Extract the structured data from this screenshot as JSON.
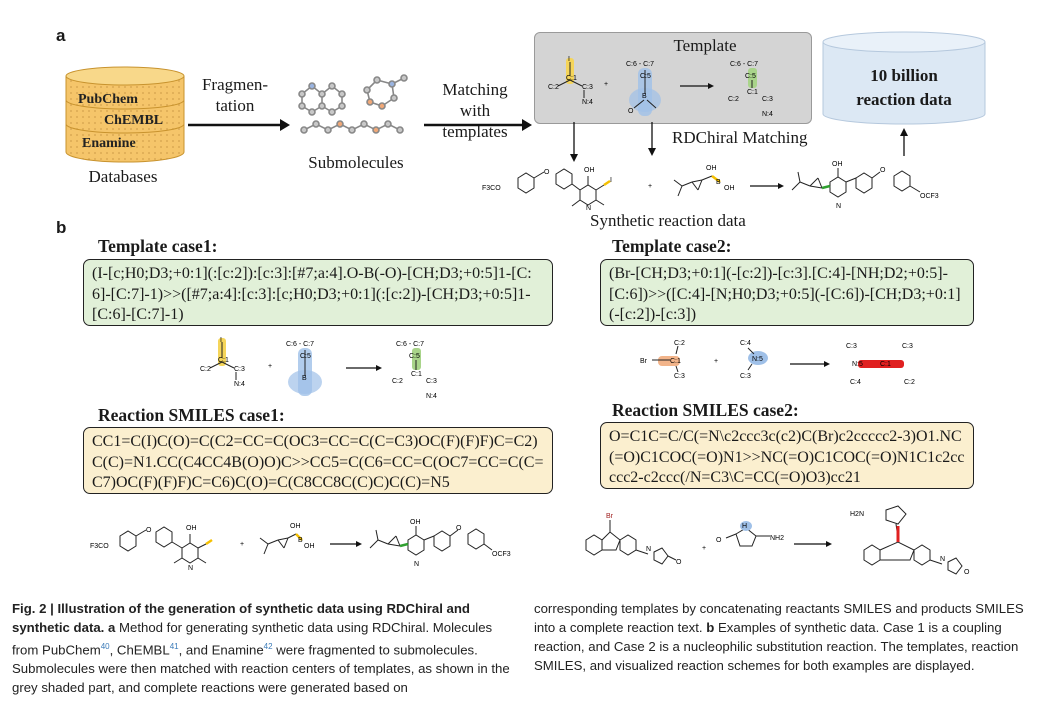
{
  "panel_a": {
    "letter": "a",
    "databases": [
      "PubChem",
      "ChEMBL",
      "Enamine"
    ],
    "databases_label": "Databases",
    "arrow1_label": "Fragmen-\ntation",
    "submolecules_label": "Submolecules",
    "arrow2_label": "Matching\nwith\ntemplates",
    "template_label": "Template",
    "rdchiral_label": "RDChiral Matching",
    "synthetic_label": "Synthetic reaction data",
    "cylinder_label": "10 billion\nreaction data",
    "mol_labels": {
      "c2": "C:2",
      "c1": "C:1",
      "c3": "C:3",
      "n4": "N:4",
      "i": "I",
      "c6c7": "C:6 - C:7",
      "c5": "C:5",
      "b": "B",
      "o": "O",
      "oh": "OH",
      "f3co": "F3CO",
      "ocf3": "OCF3"
    }
  },
  "panel_b": {
    "letter": "b",
    "case1": {
      "template_title": "Template case1:",
      "template_smarts": "(I-[c;H0;D3;+0:1](:[c:2]):[c:3]:[#7;a:4].O-B(-O)-[CH;D3;+0:5]1-[C:6]-[C:7]-1)>>([#7;a:4]:[c:3]:[c;H0;D3;+0:1](:[c:2])-[CH;D3;+0:5]1-[C:6]-[C:7]-1)",
      "smiles_title": "Reaction SMILES case1:",
      "reaction_smiles": "CC1=C(I)C(O)=C(C2=CC=C(OC3=CC=C(C=C3)OC(F)(F)F)C=C2)C(C)=N1.CC(C4CC4B(O)O)C>>CC5=C(C6=CC=C(OC7=CC=C(C=C7)OC(F)(F)F)C=C6)C(O)=C(C8CC8C(C)C)C(C)=N5"
    },
    "case2": {
      "template_title": "Template case2:",
      "template_smarts": "(Br-[CH;D3;+0:1](-[c:2])-[c:3].[C:4]-[NH;D2;+0:5]-[C:6])>>([C:4]-[N;H0;D3;+0:5](-[C:6])-[CH;D3;+0:1](-[c:2])-[c:3])",
      "smiles_title": "Reaction SMILES case2:",
      "reaction_smiles": "O=C1C=C/C(=N\\c2ccc3c(c2)C(Br)c2ccccc2-3)O1.NC(=O)C1COC(=O)N1>>NC(=O)C1COC(=O)N1C1c2ccccc2-c2ccc(/N=C3\\C=CC(=O)O3)cc21",
      "mol_labels": {
        "br": "Br",
        "c1": "C:1",
        "c2": "C:2",
        "c3": "C:3",
        "c4": "C:4",
        "n5": "N:5",
        "h2n": "H2N"
      }
    }
  },
  "caption": {
    "fig_label": "Fig. 2 |",
    "title": "Illustration of the generation of synthetic data using RDChiral and synthetic data.",
    "a_label": "a",
    "a_text_1": "Method for generating synthetic data using RDChiral. Molecules from PubChem",
    "ref40": "40",
    "a_text_2": ", ChEMBL",
    "ref41": "41",
    "a_text_3": ", and Enamine",
    "ref42": "42",
    "a_text_4": " were fragmented to submolecules. Submolecules were then matched with reaction centers of templates, as shown in the grey shaded part, and complete reactions were generated based on corresponding templates by concatenating reactants SMILES and products SMILES into a complete reaction text.",
    "b_label": "b",
    "b_text": "Examples of synthetic data. Case 1 is a coupling reaction, and Case 2 is a nucleophilic substitution reaction. The templates, reaction SMILES, and visualized reaction schemes for both examples are displayed."
  },
  "colors": {
    "green_box": "#e1f0d8",
    "orange_box": "#fbefcf",
    "grey_panel": "#d4d4d4",
    "cylinder": "#dce8f4",
    "yellow_hl": "#f5d55a",
    "blue_hl": "#9fc0e8",
    "green_hl": "#a9d48a",
    "red_hl": "#e02020",
    "orange_hl": "#f2b48a"
  }
}
